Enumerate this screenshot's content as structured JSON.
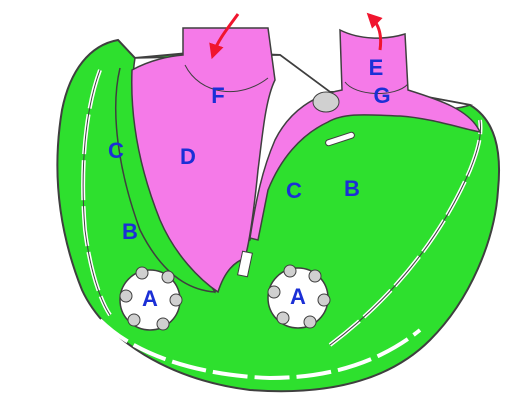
{
  "colors": {
    "muscle": "#2ee02e",
    "vessel": "#f57ae8",
    "outline": "#3f3f3f",
    "label": "#1b2fd6",
    "arrow": "#f0152e",
    "background": "#ffffff"
  },
  "labels": {
    "A1": "A",
    "A2": "A",
    "B1": "B",
    "B2": "B",
    "C1": "C",
    "C2": "C",
    "D": "D",
    "E": "E",
    "F": "F",
    "G": "G"
  }
}
